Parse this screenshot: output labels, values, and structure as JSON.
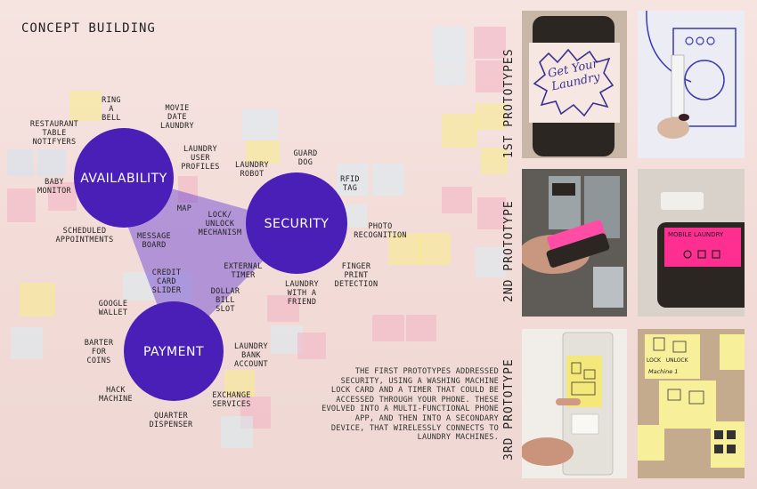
{
  "page_title": "CONCEPT BUILDING",
  "hubs": {
    "availability": "AVAILABILITY",
    "security": "SECURITY",
    "payment": "PAYMENT"
  },
  "ideas": {
    "ring_bell": "RING\nA\nBELL",
    "movie_date_laundry": "MOVIE\nDATE\nLAUNDRY",
    "restaurant_table_notifiers": "RESTAURANT\nTABLE\nNOTIFYERS",
    "laundry_user_profiles": "LAUNDRY\nUSER\nPROFILES",
    "guard_dog": "GUARD\nDOG",
    "laundry_robot": "LAUNDRY\nROBOT",
    "baby_monitor": "BABY\nMONITOR",
    "rfid_tag": "RFID\nTAG",
    "map": "MAP",
    "lock_unlock_mechanism": "LOCK/\nUNLOCK\nMECHANISM",
    "scheduled_appointments": "SCHEDULED\nAPPOINTMENTS",
    "message_board": "MESSAGE\nBOARD",
    "photo_recognition": "PHOTO\nRECOGNITION",
    "external_timer": "EXTERNAL\nTIMER",
    "credit_card_slider": "CREDIT\nCARD\nSLIDER",
    "finger_print_detection": "FINGER\nPRINT\nDETECTION",
    "dollar_bill_slot": "DOLLAR\nBILL\nSLOT",
    "laundry_with_a_friend": "LAUNDRY\nWITH A\nFRIEND",
    "google_wallet": "GOOGLE\nWALLET",
    "barter_for_coins": "BARTER\nFOR\nCOINS",
    "laundry_bank_account": "LAUNDRY\nBANK\nACCOUNT",
    "hack_machine": "HACK\nMACHINE",
    "exchange_services": "EXCHANGE\nSERVICES",
    "quarter_dispenser": "QUARTER\nDISPENSER"
  },
  "description": "THE FIRST PROTOTYPES ADDRESSED SECURITY, USING A WASHING MACHINE LOCK CARD AND A TIMER THAT COULD BE ACCESSED THROUGH YOUR PHONE. THESE EVOLVED INTO A MULTI-FUNCTIONAL PHONE APP, AND THEN INTO A SECONDARY DEVICE, THAT WIRELESSLY CONNECTS TO LAUNDRY MACHINES.",
  "prototypes": {
    "first": "1ST PROTOTYPES",
    "second": "2ND PROTOTYPE",
    "third": "3RD PROTOTYPE"
  },
  "photo_text": {
    "sticky_note": "Get Your\nLaundry",
    "mobile_laundry": "MOBILE LAUNDRY",
    "lock_unlock": "LOCK   UNLOCK",
    "machine": "Machine 1"
  },
  "colors": {
    "hub": "#4a1fb8",
    "triangle": "#7b57d6",
    "photo_dark": "#2b2622"
  }
}
